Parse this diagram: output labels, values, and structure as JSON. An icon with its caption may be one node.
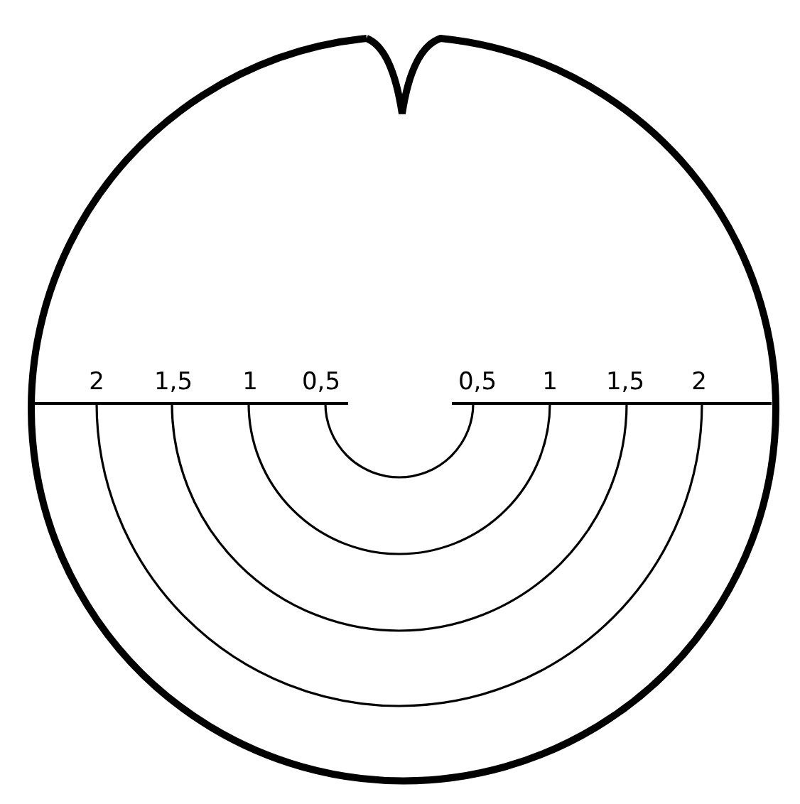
{
  "diagram": {
    "labels": [
      "2",
      "1,5",
      "1",
      "0,5",
      "0,5",
      "1",
      "1,5",
      "2"
    ]
  }
}
